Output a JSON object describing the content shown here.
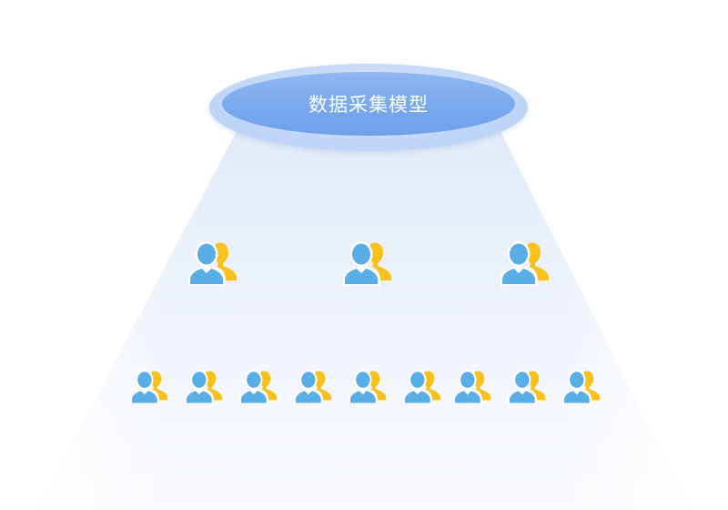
{
  "diagram": {
    "title": "数据采集模型",
    "colors": {
      "person_primary": "#5aaee6",
      "person_secondary": "#f8c11c",
      "ellipse": "#78a8ee",
      "beam": "#e6eef9"
    },
    "tiers": [
      {
        "level": "upper",
        "icon": "user-group-icon",
        "count": 3
      },
      {
        "level": "lower",
        "icon": "user-group-icon",
        "count": 9
      }
    ]
  }
}
